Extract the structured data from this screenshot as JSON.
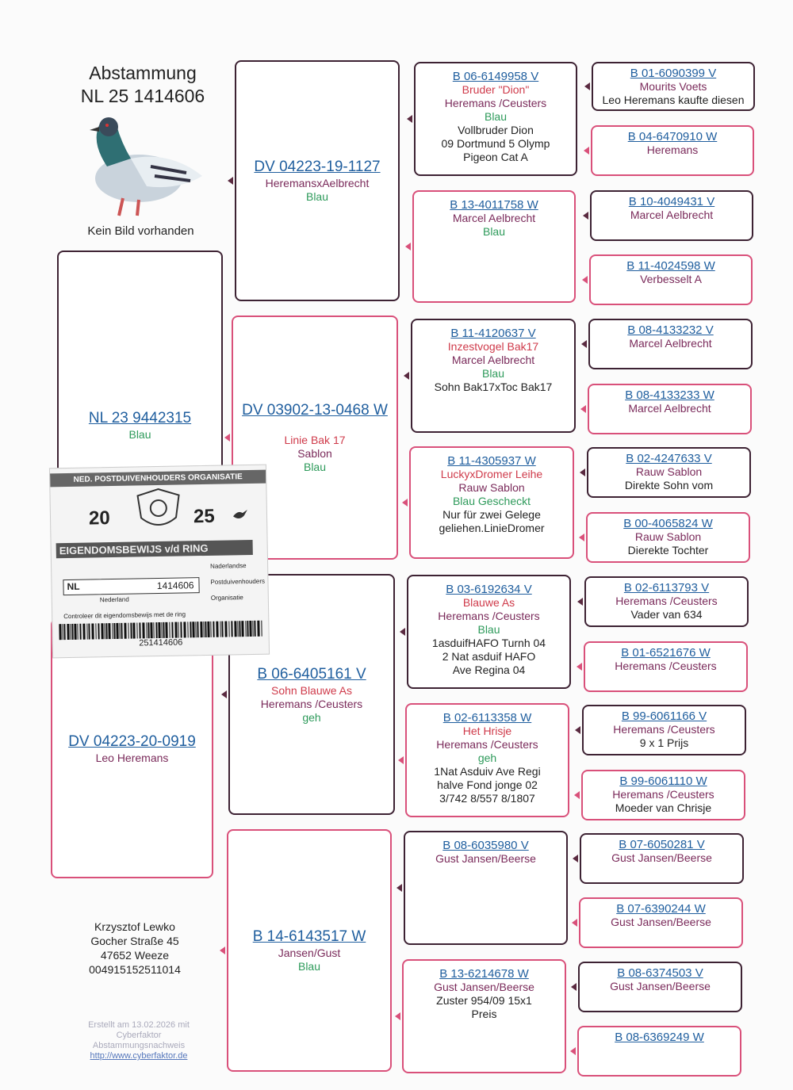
{
  "header": {
    "title_line1": "Abstammung",
    "title_line2": "NL 25 1414606",
    "no_image": "Kein Bild vorhanden"
  },
  "gen1": [
    {
      "ring": "NL 23 9442315",
      "lines": [
        {
          "t": "Blau",
          "c": "green"
        }
      ]
    },
    {
      "ring": "DV 04223-20-0919",
      "lines": [
        {
          "t": "Leo Heremans",
          "c": "name"
        }
      ]
    }
  ],
  "gen2": [
    {
      "ring": "DV 04223-19-1127",
      "lines": [
        {
          "t": "HeremansxAelbrecht",
          "c": "name"
        },
        {
          "t": "Blau",
          "c": "green"
        }
      ]
    },
    {
      "ring": "DV 03902-13-0468 W",
      "lines": [
        {
          "t": "",
          "c": "blk"
        },
        {
          "t": "Linie Bak 17",
          "c": "red"
        },
        {
          "t": "Sablon",
          "c": "name"
        },
        {
          "t": "Blau",
          "c": "green"
        }
      ]
    },
    {
      "ring": "B 06-6405161 V",
      "lines": [
        {
          "t": "Sohn Blauwe As",
          "c": "red"
        },
        {
          "t": "Heremans /Ceusters",
          "c": "name"
        },
        {
          "t": "geh",
          "c": "green"
        }
      ]
    },
    {
      "ring": "B 14-6143517 W",
      "lines": [
        {
          "t": "Jansen/Gust",
          "c": "name"
        },
        {
          "t": "Blau",
          "c": "green"
        }
      ]
    }
  ],
  "gen3": [
    {
      "ring": "B 06-6149958 V",
      "lines": [
        {
          "t": "Bruder \"Dion\"",
          "c": "red"
        },
        {
          "t": "Heremans /Ceusters",
          "c": "name"
        },
        {
          "t": "Blau",
          "c": "green"
        },
        {
          "t": "Vollbruder Dion",
          "c": "blk"
        },
        {
          "t": "09 Dortmund 5 Olymp",
          "c": "blk"
        },
        {
          "t": "Pigeon Cat A",
          "c": "blk"
        }
      ]
    },
    {
      "ring": "B 13-4011758 W",
      "lines": [
        {
          "t": "Marcel Aelbrecht",
          "c": "name"
        },
        {
          "t": "Blau",
          "c": "green"
        }
      ]
    },
    {
      "ring": "B 11-4120637 V",
      "lines": [
        {
          "t": "Inzestvogel Bak17",
          "c": "red"
        },
        {
          "t": "Marcel Aelbrecht",
          "c": "name"
        },
        {
          "t": "Blau",
          "c": "green"
        },
        {
          "t": "Sohn Bak17xToc Bak17",
          "c": "blk"
        }
      ]
    },
    {
      "ring": "B 11-4305937 W",
      "lines": [
        {
          "t": "LuckyxDromer Leihe",
          "c": "red"
        },
        {
          "t": "Rauw Sablon",
          "c": "name"
        },
        {
          "t": "Blau Gescheckt",
          "c": "green"
        },
        {
          "t": "Nur für zwei Gelege",
          "c": "blk"
        },
        {
          "t": "geliehen.LinieDromer",
          "c": "blk"
        }
      ]
    },
    {
      "ring": "B 03-6192634 V",
      "lines": [
        {
          "t": "Blauwe As",
          "c": "red"
        },
        {
          "t": "Heremans /Ceusters",
          "c": "name"
        },
        {
          "t": "Blau",
          "c": "green"
        },
        {
          "t": "1asduifHAFO Turnh 04",
          "c": "blk"
        },
        {
          "t": "2 Nat asduif HAFO",
          "c": "blk"
        },
        {
          "t": "Ave Regina 04",
          "c": "blk"
        }
      ]
    },
    {
      "ring": "B 02-6113358 W",
      "lines": [
        {
          "t": "Het  Hrisje",
          "c": "red"
        },
        {
          "t": "Heremans /Ceusters",
          "c": "name"
        },
        {
          "t": "geh",
          "c": "green"
        },
        {
          "t": "1Nat Asduiv Ave Regi",
          "c": "blk"
        },
        {
          "t": "halve Fond jonge 02",
          "c": "blk"
        },
        {
          "t": "3/742 8/557 8/1807",
          "c": "blk"
        }
      ]
    },
    {
      "ring": "B 08-6035980 V",
      "lines": [
        {
          "t": "Gust Jansen/Beerse",
          "c": "name"
        }
      ]
    },
    {
      "ring": "B 13-6214678 W",
      "lines": [
        {
          "t": "Gust Jansen/Beerse",
          "c": "name"
        },
        {
          "t": "Zuster 954/09 15x1",
          "c": "blk"
        },
        {
          "t": "Preis",
          "c": "blk"
        }
      ]
    }
  ],
  "gen4": [
    {
      "ring": "B 01-6090399 V",
      "lines": [
        {
          "t": "Mourits Voets",
          "c": "name"
        },
        {
          "t": "Leo Heremans kaufte diesen",
          "c": "blk"
        }
      ]
    },
    {
      "ring": "B 04-6470910 W",
      "lines": [
        {
          "t": "Heremans",
          "c": "name"
        }
      ]
    },
    {
      "ring": "B 10-4049431 V",
      "lines": [
        {
          "t": "Marcel Aelbrecht",
          "c": "name"
        }
      ]
    },
    {
      "ring": "B 11-4024598 W",
      "lines": [
        {
          "t": "Verbesselt A",
          "c": "name"
        }
      ]
    },
    {
      "ring": "B 08-4133232 V",
      "lines": [
        {
          "t": "Marcel Aelbrecht",
          "c": "name"
        }
      ]
    },
    {
      "ring": "B 08-4133233 W",
      "lines": [
        {
          "t": "Marcel Aelbrecht",
          "c": "name"
        }
      ]
    },
    {
      "ring": "B 02-4247633 V",
      "lines": [
        {
          "t": "Rauw Sablon",
          "c": "name"
        },
        {
          "t": "Direkte Sohn vom",
          "c": "blk"
        }
      ]
    },
    {
      "ring": "B 00-4065824 W",
      "lines": [
        {
          "t": "Rauw Sablon",
          "c": "name"
        },
        {
          "t": "Dierekte Tochter",
          "c": "blk"
        }
      ]
    },
    {
      "ring": "B 02-6113793 V",
      "lines": [
        {
          "t": "Heremans /Ceusters",
          "c": "name"
        },
        {
          "t": "Vader van 634",
          "c": "blk"
        }
      ]
    },
    {
      "ring": "B 01-6521676 W",
      "lines": [
        {
          "t": "Heremans /Ceusters",
          "c": "name"
        }
      ]
    },
    {
      "ring": "B 99-6061166 V",
      "lines": [
        {
          "t": "Heremans /Ceusters",
          "c": "name"
        },
        {
          "t": "9 x 1 Prijs",
          "c": "blk"
        }
      ]
    },
    {
      "ring": "B 99-6061110 W",
      "lines": [
        {
          "t": "Heremans /Ceusters",
          "c": "name"
        },
        {
          "t": "Moeder van Chrisje",
          "c": "blk"
        }
      ]
    },
    {
      "ring": "B 07-6050281 V",
      "lines": [
        {
          "t": "Gust Jansen/Beerse",
          "c": "name"
        }
      ]
    },
    {
      "ring": "B 07-6390244 W",
      "lines": [
        {
          "t": "Gust Jansen/Beerse",
          "c": "name"
        }
      ]
    },
    {
      "ring": "B 08-6374503 V",
      "lines": [
        {
          "t": "Gust Jansen/Beerse",
          "c": "name"
        }
      ]
    },
    {
      "ring": "B 08-6369249 W",
      "lines": []
    }
  ],
  "owner": {
    "name": "Krzysztof Lewko",
    "street": "Gocher Straße 45",
    "city": "47652 Weeze",
    "phone": "004915152511014"
  },
  "footer": {
    "line1": "Erstellt am 13.02.2026 mit",
    "line2": "Cyberfaktor",
    "line3": "Abstammungsnachweis",
    "link": "http://www.cyberfaktor.de"
  },
  "card": {
    "org": "NED. POSTDUIVENHOUDERS ORGANISATIE",
    "year_left": "20",
    "year_right": "25",
    "title": "EIGENDOMSBEWIJS v/d RING",
    "country": "NL",
    "number": "1414606",
    "land": "Nederland",
    "n_label": "Naderlandse",
    "p_label": "Postduivenhouders",
    "o_label": "Organisatie",
    "check": "Controleer dit eigendomsbewijs met de ring",
    "barcode_num": "251414606"
  }
}
